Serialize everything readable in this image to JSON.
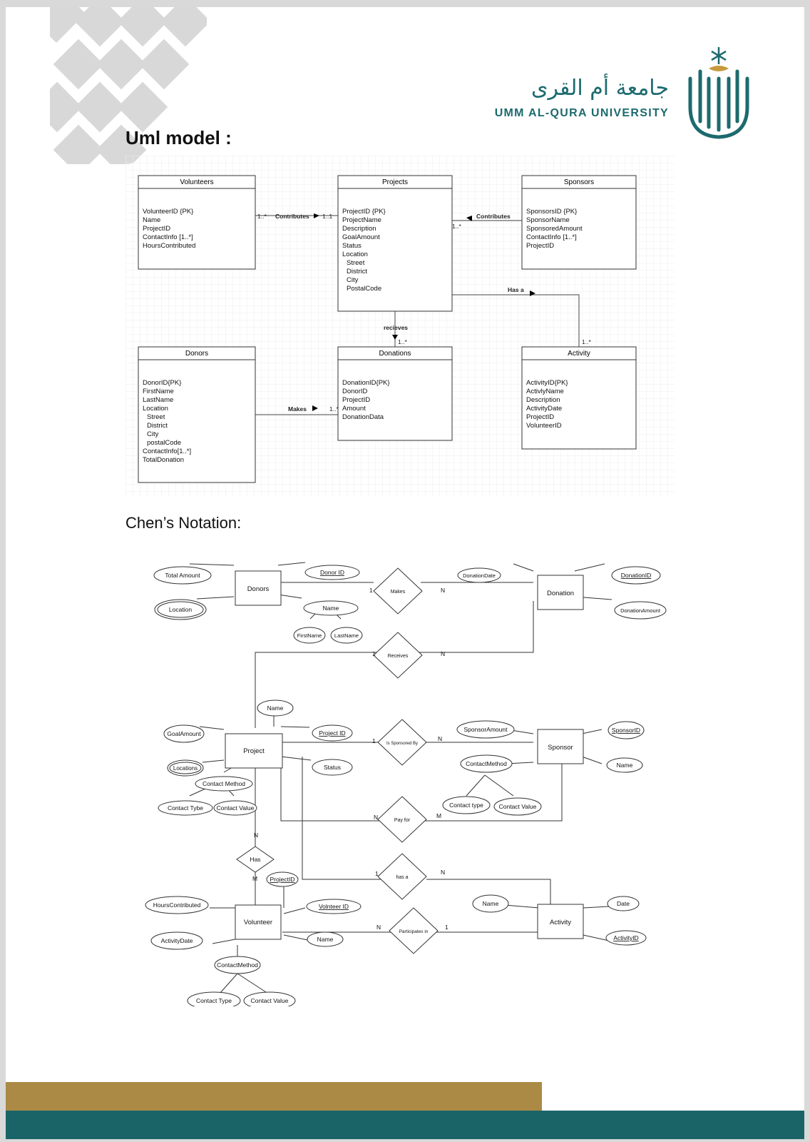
{
  "header": {
    "university_ar": "جامعة أم القرى",
    "university_en": "UMM AL-QURA UNIVERSITY",
    "colors": {
      "teal": "#1c6a6e",
      "gold": "#ab8a46"
    }
  },
  "uml": {
    "heading": "Uml model :",
    "classes": {
      "volunteers": {
        "title": "Volunteers",
        "attrs": [
          "VolunteerID {PK}",
          "Name",
          "ProjectID",
          "ContactInfo [1..*]",
          "HoursContributed"
        ]
      },
      "projects": {
        "title": "Projects",
        "attrs": [
          "ProjectID {PK}",
          "ProjectName",
          "Description",
          "GoalAmount",
          "Status",
          "Location",
          "  Street",
          "  District",
          "  City",
          "  PostalCode"
        ]
      },
      "sponsors": {
        "title": "Sponsors",
        "attrs": [
          "SponsorsID {PK}",
          "SponsorName",
          "SponsoredAmount",
          "ContactInfo [1..*]",
          "ProjectID"
        ]
      },
      "donors": {
        "title": "Donors",
        "attrs": [
          "DonorID{PK}",
          "FirstName",
          "LastName",
          "Location",
          "  Street",
          "  District",
          "  City",
          "  postalCode",
          "ContactInfo[1..*]",
          "TotalDonation"
        ]
      },
      "donations": {
        "title": "Donations",
        "attrs": [
          "DonationID{PK}",
          "DonorID",
          "ProjectID",
          "Amount",
          "DonationData"
        ]
      },
      "activity": {
        "title": "Activity",
        "attrs": [
          "ActivityID{PK}",
          "ActivlyName",
          "Description",
          "ActivityDate",
          "ProjectID",
          "VolunteerID"
        ]
      }
    },
    "associations": {
      "vol_proj": {
        "label": "Contributes",
        "m1": "1..*",
        "m2": "1..1"
      },
      "spon_proj": {
        "label": "Contributes",
        "m1": "1..*"
      },
      "proj_don": {
        "label": "recieves",
        "m1": "1..*"
      },
      "donor_don": {
        "label": "Makes",
        "m1": "1..*"
      },
      "proj_act": {
        "label": "Has a",
        "m1": "1..*"
      }
    }
  },
  "chen": {
    "heading": "Chen’s Notation:",
    "entities": {
      "donors": "Donors",
      "donation": "Donation",
      "project": "Project",
      "sponsor": "Sponsor",
      "volunteer": "Volunteer",
      "activity": "Activity"
    },
    "relationships": {
      "makes": "Makes",
      "receives": "Receives",
      "sponsored": "Is Sponsored By",
      "payfor": "Pay for",
      "has": "Has",
      "hasa": "has a",
      "participates": "Participates in"
    },
    "attributes": {
      "total_amount": "Total Amount",
      "location": "Location",
      "donor_id": "Donor ID",
      "name_donor": "Name",
      "firstname": "FirstName",
      "lastname": "LastName",
      "donation_date": "DonationDate",
      "donation_id": "DonationID",
      "donation_amount": "DonationAmount",
      "name_project": "Name",
      "goal_amount": "GoalAmount",
      "project_id": "Project ID",
      "locations": "Locations",
      "status": "Status",
      "contact_method_p": "Contact Method",
      "contact_type_p": "Contact Tybe",
      "contact_value_p": "Contact Value",
      "sponsor_amount": "SponsorAmount",
      "sponsor_id": "SponsorID",
      "contact_method_s": "ContactMethod",
      "name_sponsor": "Name",
      "contact_type_s": "Contact type",
      "contact_value_s": "Contact Value",
      "project_id_v": "ProjectID",
      "hours_contributed": "HoursContributed",
      "volunteer_id": "Volnteer ID",
      "activity_date": "ActivityDate",
      "name_volunteer": "Name",
      "contact_method_v": "ContactMethod",
      "contact_type_v": "Contact Type",
      "contact_value_v": "Contact Value",
      "name_activity": "Name",
      "date_activity": "Date",
      "activity_id": "ActivityID"
    },
    "cardinalities": {
      "makes_l": "1",
      "makes_r": "N",
      "receives_l": "1",
      "receives_r": "N",
      "sponsored_l": "1",
      "sponsored_r": "N",
      "payfor_l": "N",
      "payfor_r": "M",
      "has_t": "N",
      "has_b": "M",
      "hasa_l": "1",
      "hasa_r": "N",
      "participates_l": "N",
      "participates_r": "1"
    }
  }
}
